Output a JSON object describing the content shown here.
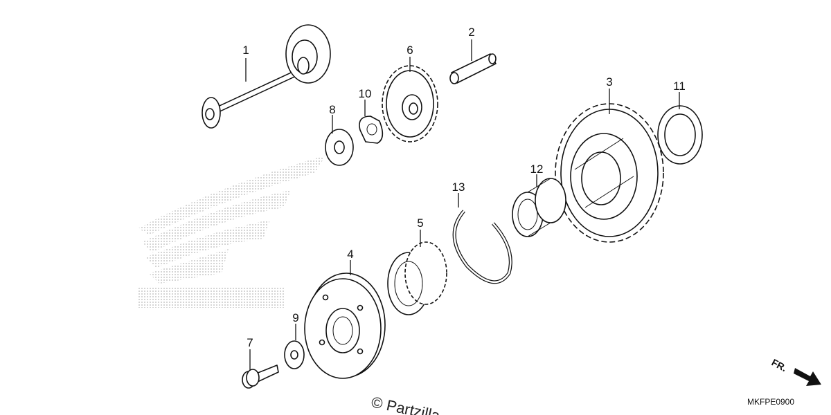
{
  "diagram": {
    "callouts": [
      {
        "id": "1",
        "label": "1"
      },
      {
        "id": "2",
        "label": "2"
      },
      {
        "id": "3",
        "label": "3"
      },
      {
        "id": "4",
        "label": "4"
      },
      {
        "id": "5",
        "label": "5"
      },
      {
        "id": "6",
        "label": "6"
      },
      {
        "id": "7",
        "label": "7"
      },
      {
        "id": "8",
        "label": "8"
      },
      {
        "id": "9",
        "label": "9"
      },
      {
        "id": "10",
        "label": "10"
      },
      {
        "id": "11",
        "label": "11"
      },
      {
        "id": "12",
        "label": "12"
      },
      {
        "id": "13",
        "label": "13"
      }
    ],
    "direction_label": "FR.",
    "diagram_code": "MKFPE0900",
    "watermark_text": "© Partzilla",
    "logo_text": "HONDA"
  },
  "colors": {
    "line": "#111111",
    "logo_dots": "#bbbbbb"
  }
}
